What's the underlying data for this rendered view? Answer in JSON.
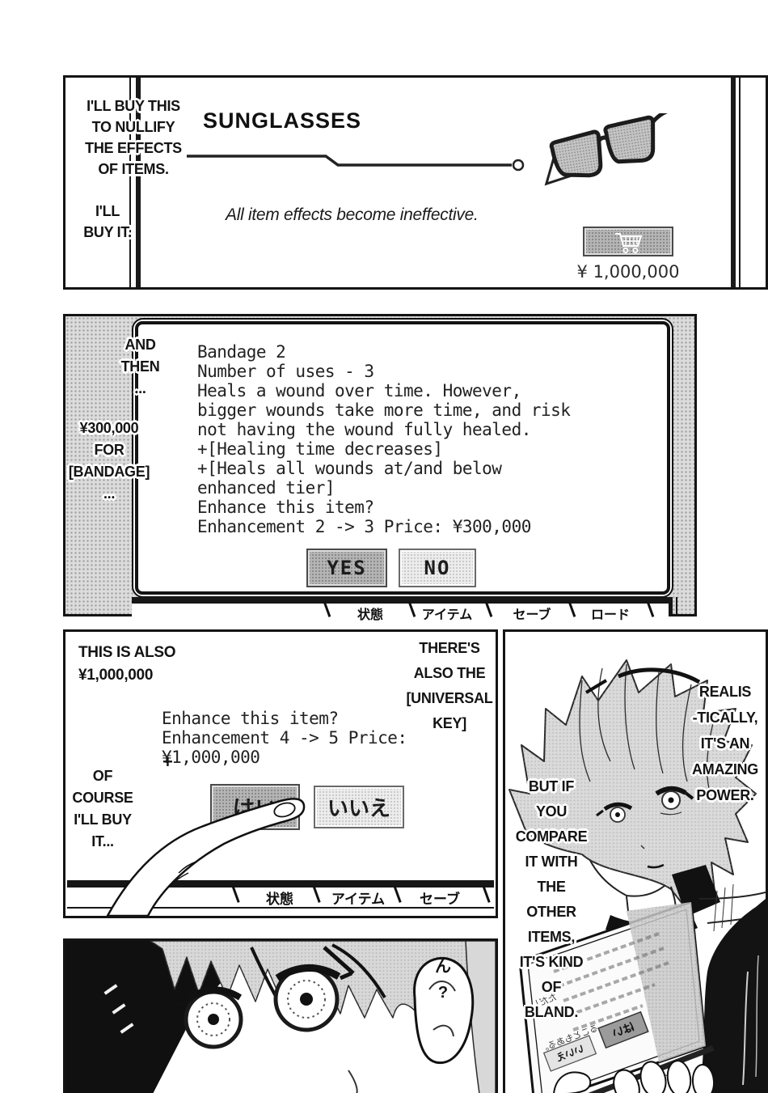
{
  "panel1": {
    "speech_nullify": "I'LL BUY THIS\nTO NULLIFY\nTHE EFFECTS\nOF ITEMS.",
    "speech_buy": "I'LL\nBUY IT.",
    "item_title": "SUNGLASSES",
    "item_description": "All item effects become ineffective.",
    "price": "¥ 1,000,000",
    "cart_icon": "shopping-cart-icon"
  },
  "panel2": {
    "speech_and_then": "AND\nTHEN\n...",
    "speech_price": "¥300,000\nFOR\n[BANDAGE]\n...",
    "game_text": "Bandage 2\nNumber of uses - 3\nHeals a wound over time. However,\nbigger wounds take more time, and risk\nnot having the wound fully healed.\n+[Healing time decreases]\n+[Heals all wounds at/and below\nenhanced tier]\n Enhance this item?\n Enhancement 2 -> 3 Price: ¥300,000",
    "yes_button": "YES",
    "no_button": "NO",
    "tabs": [
      "状態",
      "アイテム",
      "セーブ",
      "ロード"
    ]
  },
  "panel3": {
    "speech_this_is_also": "THIS IS ALSO\n¥1,000,000",
    "speech_universal_key": "THERE'S\nALSO THE\n[UNIVERSAL\nKEY]",
    "speech_of_course": "OF\nCOURSE\nI'LL BUY\nIT...",
    "game_text": "Enhance this item?\nEnhancement 4 -> 5 Price:\n¥1,000,000",
    "plus_mark": "+",
    "yes_button": "はい",
    "no_button": "いいえ",
    "tabs": [
      "状態",
      "アイテム",
      "セーブ"
    ]
  },
  "panel4": {
    "sfx": "ん\n?"
  },
  "panel5": {
    "speech_realistically": "REALIS\n-TICALLY,\nIT'S AN\nAMAZING\nPOWER.",
    "speech_compare": "BUT IF\nYOU\nCOMPARE\nIT WITH\nTHE\nOTHER\nITEMS,\nIT'S KIND\nOF\nBLAND.",
    "tablet_text_fragments": [
      "ただし、",
      "ることもある。",
      "はい",
      "いいえ",
      "アイテム",
      "セーブ"
    ]
  }
}
